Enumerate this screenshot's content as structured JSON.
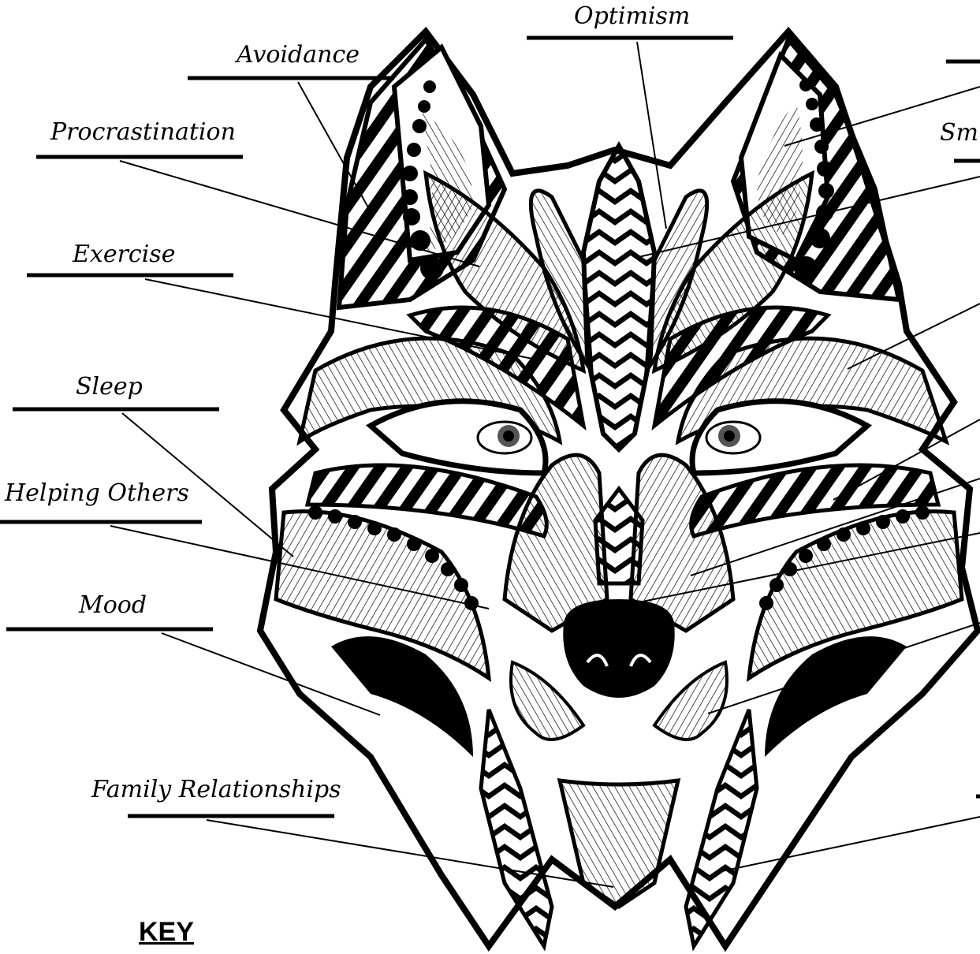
{
  "labels": {
    "optimism": "Optimism",
    "avoidance": "Avoidance",
    "procrastination": "Procrastination",
    "exercise": "Exercise",
    "sleep": "Sleep",
    "helping_others": "Helping Others",
    "mood": "Mood",
    "family_relationships": "Family Relationships",
    "sm_partial": "Sm"
  },
  "key_heading": "KEY",
  "colors": {
    "ink": "#000000",
    "paper": "#ffffff"
  }
}
